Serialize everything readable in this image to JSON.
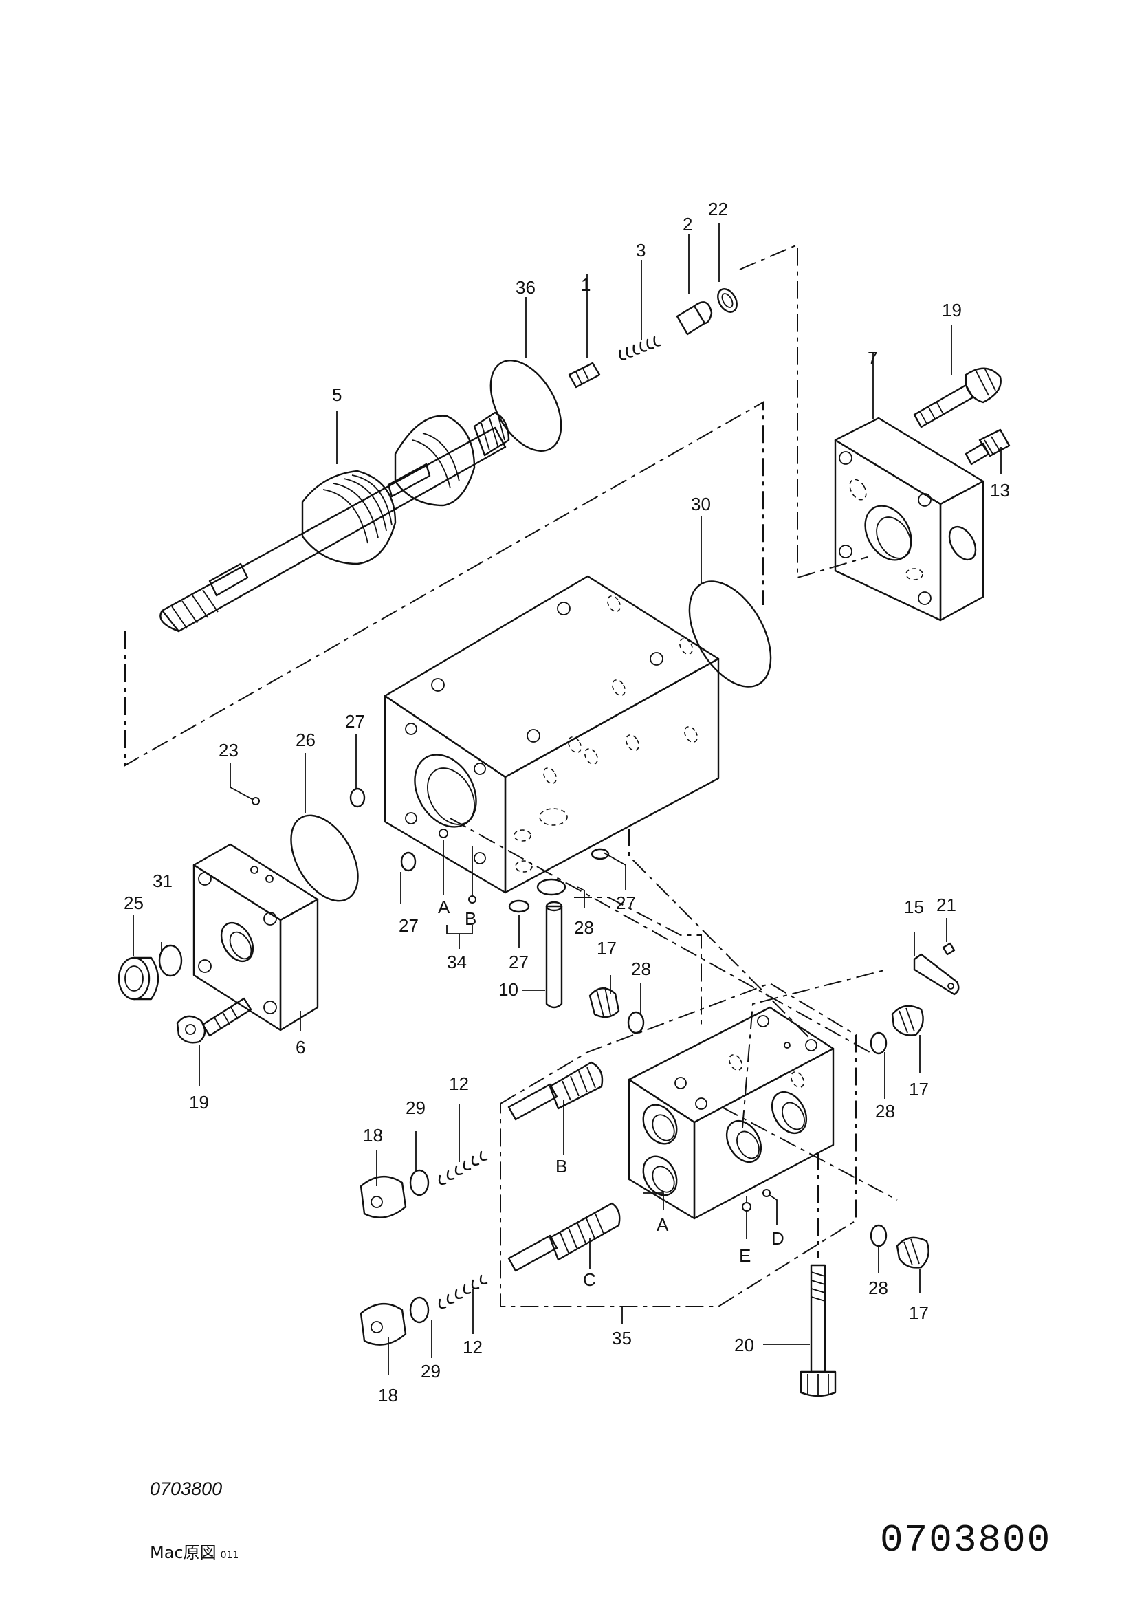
{
  "diagram": {
    "kind": "exploded parts view",
    "callouts": [
      {
        "id": "c1",
        "label": "1"
      },
      {
        "id": "c2",
        "label": "2"
      },
      {
        "id": "c3",
        "label": "3"
      },
      {
        "id": "c5",
        "label": "5"
      },
      {
        "id": "c6",
        "label": "6"
      },
      {
        "id": "c7",
        "label": "7"
      },
      {
        "id": "c10",
        "label": "10"
      },
      {
        "id": "c12a",
        "label": "12"
      },
      {
        "id": "c12b",
        "label": "12"
      },
      {
        "id": "c13",
        "label": "13"
      },
      {
        "id": "c15",
        "label": "15"
      },
      {
        "id": "c17a",
        "label": "17"
      },
      {
        "id": "c17b",
        "label": "17"
      },
      {
        "id": "c17c",
        "label": "17"
      },
      {
        "id": "c18a",
        "label": "18"
      },
      {
        "id": "c18b",
        "label": "18"
      },
      {
        "id": "c19a",
        "label": "19"
      },
      {
        "id": "c19b",
        "label": "19"
      },
      {
        "id": "c20",
        "label": "20"
      },
      {
        "id": "c21",
        "label": "21"
      },
      {
        "id": "c22",
        "label": "22"
      },
      {
        "id": "c23",
        "label": "23"
      },
      {
        "id": "c25",
        "label": "25"
      },
      {
        "id": "c26",
        "label": "26"
      },
      {
        "id": "c27a",
        "label": "27"
      },
      {
        "id": "c27b",
        "label": "27"
      },
      {
        "id": "c27c",
        "label": "27"
      },
      {
        "id": "c27d",
        "label": "27"
      },
      {
        "id": "c28a",
        "label": "28"
      },
      {
        "id": "c28b",
        "label": "28"
      },
      {
        "id": "c28c",
        "label": "28"
      },
      {
        "id": "c28d",
        "label": "28"
      },
      {
        "id": "c29a",
        "label": "29"
      },
      {
        "id": "c29b",
        "label": "29"
      },
      {
        "id": "c30",
        "label": "30"
      },
      {
        "id": "c31",
        "label": "31"
      },
      {
        "id": "c34",
        "label": "34"
      },
      {
        "id": "c35",
        "label": "35"
      },
      {
        "id": "c36",
        "label": "36"
      }
    ],
    "port_letters": [
      {
        "id": "pA1",
        "label": "A"
      },
      {
        "id": "pB1",
        "label": "B"
      },
      {
        "id": "pA2",
        "label": "A"
      },
      {
        "id": "pB2",
        "label": "B"
      },
      {
        "id": "pC",
        "label": "C"
      },
      {
        "id": "pD",
        "label": "D"
      },
      {
        "id": "pE",
        "label": "E"
      }
    ]
  },
  "footer": {
    "doc_number_italic": "0703800",
    "doc_number_large": "0703800",
    "mac_note": "Mac原図",
    "mac_note_code": "011"
  }
}
